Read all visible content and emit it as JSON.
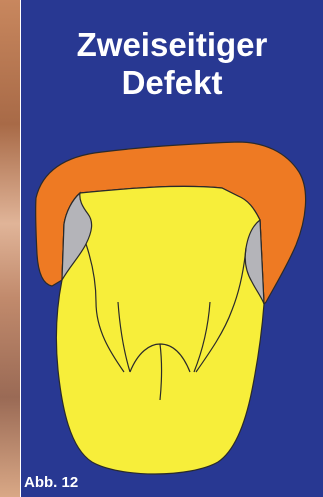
{
  "title": {
    "line1": "Zweiseitiger",
    "line2": "Defekt"
  },
  "caption": "Abb. 12",
  "colors": {
    "background": "#283892",
    "defect_orange": "#ee7a23",
    "tooth_yellow": "#f7ee3a",
    "gray_area": "#b4b4b9",
    "text": "#ffffff",
    "outline": "#2a2a2a"
  }
}
